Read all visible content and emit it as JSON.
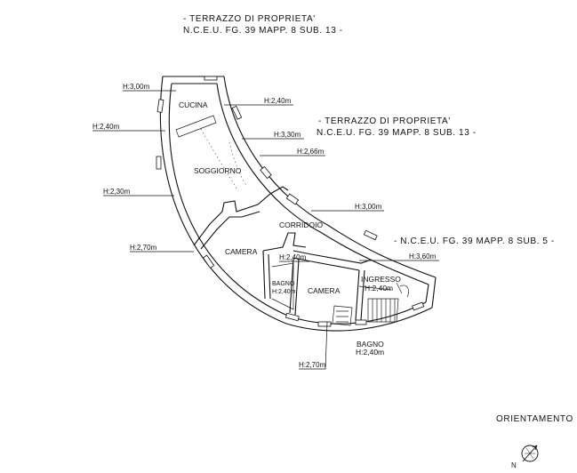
{
  "notes": {
    "top_line1": "- TERRAZZO DI PROPRIETA'",
    "top_line2": "N.C.E.U. FG. 39 MAPP. 8 SUB. 13 -",
    "right_line1": "- TERRAZZO DI PROPRIETA'",
    "right_line2": "N.C.E.U. FG. 39 MAPP. 8 SUB. 13 -",
    "sub5": "- N.C.E.U. FG. 39 MAPP. 8 SUB. 5 -"
  },
  "rooms": {
    "cucina": "CUCINA",
    "soggiorno": "SOGGIORNO",
    "corridoio": "CORRIDOIO",
    "camera1": "CAMERA",
    "camera2": "CAMERA",
    "bagno_small": "BAGNO",
    "bagno_small_h": "H:2,40m",
    "ingresso": "INGRESSO",
    "ingresso_h": "H:2,40m",
    "bagno_bottom": "BAGNO",
    "bagno_bottom_h": "H:2,40m"
  },
  "heights": {
    "h1": "H:3,00m",
    "h2": "H:2,40m",
    "h3": "H:2,40m",
    "h4": "H:3,30m",
    "h5": "H:2,66m",
    "h6": "H:2,30m",
    "h7": "H:3,00m",
    "h8": "H:2,70m",
    "h9": "H:2,40m",
    "h10": "H:3,60m",
    "h11": "H:2,70m"
  },
  "orientation": {
    "label": "ORIENTAMENTO",
    "north": "N"
  }
}
